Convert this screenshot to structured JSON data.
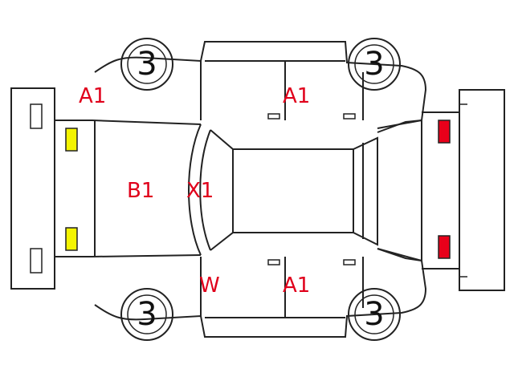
{
  "diagram": {
    "tire_marks": [
      "3",
      "3",
      "3",
      "3"
    ],
    "damage_codes": {
      "front_left_fender": "A1",
      "front_left_door": "A1",
      "hood": "B1",
      "windshield_frame": "X1",
      "windshield_lower": "W",
      "front_right_door": "A1"
    },
    "colors": {
      "outline": "#222222",
      "code_text": "#e0001b",
      "front_lamp_fill": "#f4f400",
      "rear_lamp_fill": "#e8001a"
    }
  }
}
